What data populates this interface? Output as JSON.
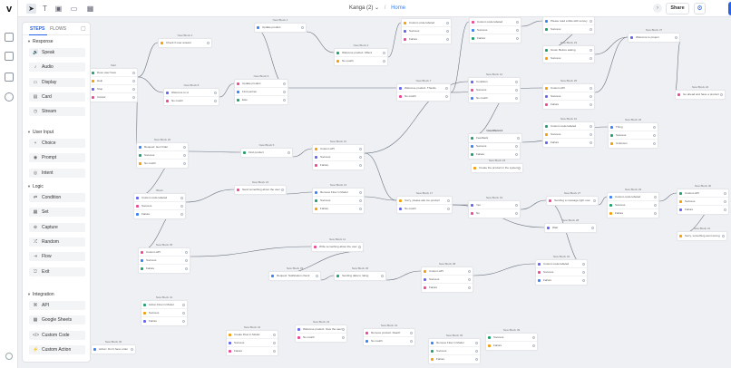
{
  "topbar": {
    "project_name": "Kanga (2)",
    "caret": "⌄",
    "page": "Home",
    "share_label": "Share",
    "play_glyph": "▶",
    "settings_glyph": "⚙",
    "history_glyph": "›"
  },
  "panel": {
    "tabs": [
      "STEPS",
      "FLOWS"
    ],
    "sections": [
      {
        "title": "Response",
        "items": [
          {
            "icon": "speak-icon",
            "glyph": "🔊",
            "label": "Speak"
          },
          {
            "icon": "audio-icon",
            "glyph": "♪",
            "label": "Audio"
          },
          {
            "icon": "display-icon",
            "glyph": "▭",
            "label": "Display"
          },
          {
            "icon": "card-icon",
            "glyph": "▤",
            "label": "Card"
          },
          {
            "icon": "stream-icon",
            "glyph": "◷",
            "label": "Stream"
          }
        ]
      },
      {
        "title": "User Input",
        "items": [
          {
            "icon": "choice-icon",
            "glyph": "⑂",
            "label": "Choice"
          },
          {
            "icon": "prompt-icon",
            "glyph": "◉",
            "label": "Prompt"
          },
          {
            "icon": "intent-icon",
            "glyph": "◎",
            "label": "Intent"
          }
        ]
      },
      {
        "title": "Logic",
        "items": [
          {
            "icon": "condition-icon",
            "glyph": "⇄",
            "label": "Condition"
          },
          {
            "icon": "set-icon",
            "glyph": "▦",
            "label": "Set"
          },
          {
            "icon": "capture-icon",
            "glyph": "⊕",
            "label": "Capture"
          },
          {
            "icon": "random-icon",
            "glyph": "⤮",
            "label": "Random"
          },
          {
            "icon": "flow-icon",
            "glyph": "⇥",
            "label": "Flow"
          },
          {
            "icon": "exit-icon",
            "glyph": "⎋",
            "label": "Exit"
          }
        ]
      },
      {
        "title": "Integration",
        "items": [
          {
            "icon": "api-icon",
            "glyph": "⌘",
            "label": "API"
          },
          {
            "icon": "google-sheets-icon",
            "glyph": "▦",
            "label": "Google Sheets"
          },
          {
            "icon": "custom-code-icon",
            "glyph": "</>",
            "label": "Custom Code"
          },
          {
            "icon": "custom-action-icon",
            "glyph": "⚡",
            "label": "Custom Action"
          }
        ]
      }
    ]
  },
  "nodes": [
    {
      "title": "Start",
      "rows": [
        "Does user have",
        "Help",
        "Stop",
        "Cancel"
      ]
    },
    {
      "title": "New Block 4",
      "rows": [
        "Check if user answer"
      ]
    },
    {
      "title": "New Block 8",
      "rows": [
        "Welcome to H",
        "No match"
      ]
    },
    {
      "title": "New Block 6",
      "rows": [
        "Update product",
        "Find partner",
        "Else"
      ]
    },
    {
      "title": "New Block 1",
      "rows": [
        "Update product"
      ]
    },
    {
      "title": "New Block 2",
      "rows": [
        "Welcome product. Offers",
        "No match"
      ]
    },
    {
      "title": "New Block 3",
      "rows": [
        "Custom code labeled",
        "Success",
        "Failure"
      ]
    },
    {
      "title": "New Block 7",
      "rows": [
        "Welcome product. Thanks",
        "No match"
      ]
    },
    {
      "title": "New Block 15",
      "rows": [
        "Custom code labeled",
        "Success",
        "Failure"
      ]
    },
    {
      "title": "New Block 21",
      "rows": [
        "Please read a little with survey",
        "Success"
      ]
    },
    {
      "title": "New Block 23",
      "rows": [
        "Great. Before asking",
        "Success"
      ]
    },
    {
      "title": "New Block 25",
      "rows": [
        "Custom API",
        "Success",
        "Failure"
      ]
    },
    {
      "title": "New Block 37",
      "rows": [
        "Welcome to project"
      ]
    },
    {
      "title": "New Block 22",
      "rows": [
        "Go ahead and have a product"
      ]
    },
    {
      "title": "New Block 20",
      "rows": [
        "Request: Get Order",
        "Success",
        "No match"
      ]
    },
    {
      "title": "New Block 5",
      "rows": [
        "Find product"
      ]
    },
    {
      "title": "New Block 10",
      "rows": [
        "Custom API",
        "Success",
        "Failure"
      ]
    },
    {
      "title": "New Block 12",
      "rows": [
        "Condition",
        "Success",
        "No match"
      ]
    },
    {
      "title": "New Block 14",
      "rows": [
        "Custom code labeled",
        "Success",
        "Failure"
      ]
    },
    {
      "title": "New Block 26",
      "rows": [
        "Thing",
        "Success",
        "Unknown"
      ]
    },
    {
      "title": "New Block 9",
      "rows": [
        "Feedback"
      ]
    },
    {
      "title": "New Block 18",
      "rows": [
        "Create the product in the system"
      ]
    },
    {
      "title": "Block",
      "rows": [
        "Custom code labeled",
        "Success",
        "Failure"
      ]
    },
    {
      "title": "New Block 24",
      "rows": [
        "Send something about the user"
      ]
    },
    {
      "title": "New Block 13",
      "rows": [
        "Remove Flow in Model",
        "Success",
        "Failure"
      ]
    },
    {
      "title": "New Block 16",
      "rows": [
        "Custom code labeled",
        "Success",
        "Failure"
      ]
    },
    {
      "title": "New Block 17",
      "rows": [
        "Sorry, please ask me product",
        "No match"
      ]
    },
    {
      "title": "New Block 19",
      "rows": [
        "Yes",
        "No"
      ]
    },
    {
      "title": "New Block 27",
      "rows": [
        "Sending a message right now"
      ]
    },
    {
      "title": "New Block 29",
      "rows": [
        "Custom code labeled",
        "Success",
        "Failure"
      ]
    },
    {
      "title": "New Block 30",
      "rows": [
        "Custom API",
        "Success",
        "Failure"
      ]
    },
    {
      "title": "New Block 31",
      "rows": [
        "Sorry, something went wrong"
      ]
    },
    {
      "title": "New Block 28",
      "rows": [
        "Wait"
      ]
    },
    {
      "title": "New Block 11",
      "rows": [
        "Write something about the user"
      ]
    },
    {
      "title": "New Block 33",
      "rows": [
        "Request: Notification check"
      ]
    },
    {
      "title": "New Block 36",
      "rows": [
        "Sending data to rating"
      ]
    },
    {
      "title": "New Block 38",
      "rows": [
        "Custom API",
        "Success",
        "Failure"
      ]
    },
    {
      "title": "New Block 32",
      "rows": [
        "Custom code labeled",
        "Success",
        "Failure"
      ]
    },
    {
      "title": "New Block 35",
      "rows": [
        "Custom API",
        "Success",
        "Failure"
      ]
    },
    {
      "title": "New Block 40",
      "rows": [
        "Action: Don't have order"
      ]
    },
    {
      "title": "New Block 41",
      "rows": [
        "Action Flow in Model",
        "Success",
        "Failure"
      ]
    },
    {
      "title": "New Block 42",
      "rows": [
        "Create Flow in Model",
        "Success",
        "Failure"
      ]
    },
    {
      "title": "New Block 43",
      "rows": [
        "Welcome product. Give the user",
        "No match"
      ]
    },
    {
      "title": "New Block 44",
      "rows": [
        "Remove product. Reach",
        "No match"
      ]
    },
    {
      "title": "New Block 45",
      "rows": [
        "Remove Flow in Model",
        "Success",
        "Failure"
      ]
    },
    {
      "title": "New Block 39",
      "rows": [
        "Success",
        "Failure"
      ]
    }
  ]
}
